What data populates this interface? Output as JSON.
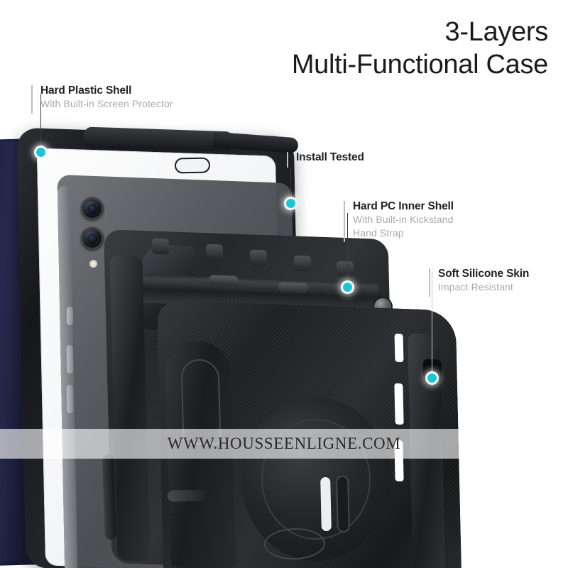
{
  "headline": {
    "line1": "3-Layers",
    "line2": "Multi-Functional Case"
  },
  "callouts": [
    {
      "id": "hard-plastic-shell",
      "title": "Hard Plastic Shell",
      "subtitles": [
        "With Built-in Screen Protector"
      ]
    },
    {
      "id": "install-tested",
      "title": "Install Tested",
      "subtitles": []
    },
    {
      "id": "hard-pc-inner-shell",
      "title": "Hard PC Inner Shell",
      "subtitles": [
        "With Built-in Kickstand",
        "Hand Strap"
      ]
    },
    {
      "id": "soft-silicone-skin",
      "title": "Soft Silicone Skin",
      "subtitles": [
        "Impact Resistant"
      ]
    }
  ],
  "watermark": {
    "text": "WWW.HOUSSEENLIGNE.COM"
  },
  "colors": {
    "marker_dot": "#19c6d8",
    "title_text": "#1f1f1f",
    "subtitle_text": "#a6aaae",
    "leader_line": "#3b3b3b",
    "accent_bar": "#b9bcc0",
    "background": "#ffffff",
    "outer_shell_navy": "#1f2040",
    "case_black": "#1a1b1e"
  }
}
